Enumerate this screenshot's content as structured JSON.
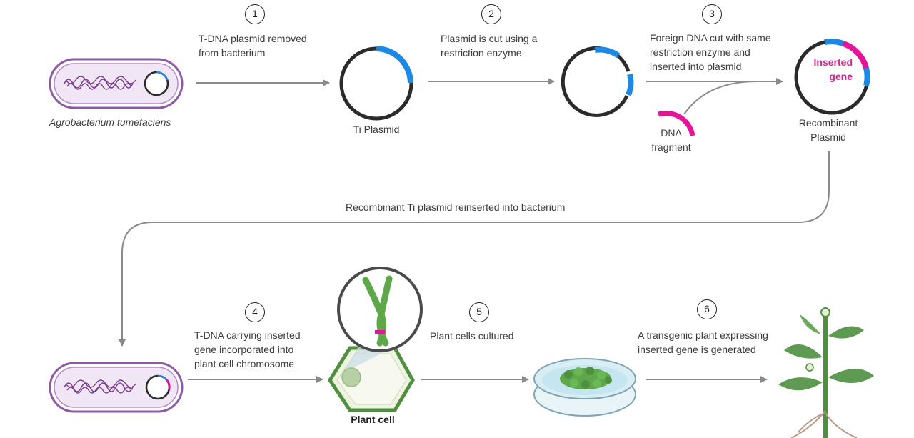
{
  "steps": [
    "1",
    "2",
    "3",
    "4",
    "5",
    "6"
  ],
  "labels": {
    "step1": "T-DNA plasmid removed\nfrom bacterium",
    "step2": "Plasmid is cut using a\nrestriction enzyme",
    "step3": "Foreign DNA cut with same\nrestriction enzyme and\ninserted into plasmid",
    "step4": "T-DNA carrying  inserted\ngene  incorporated into\nplant cell chromosome",
    "step5": "Plant cells cultured",
    "step6": "A transgenic plant expressing\ninserted gene is generated",
    "bacterium": "Agrobacterium tumefaciens",
    "ti_plasmid": "Ti Plasmid",
    "dna_fragment": "DNA\nfragment",
    "recombinant_plasmid": "Recombinant\nPlasmid",
    "inserted_gene": "Inserted\ngene",
    "reinsert": "Recombinant Ti plasmid  reinserted into  bacterium",
    "plant_cell": "Plant cell"
  },
  "colors": {
    "arrow": "#8a8a8a",
    "plasmid": "#2b2b2b",
    "blue_segment": "#1e88e5",
    "magenta_segment": "#e5139a",
    "bacterium_outline": "#8e5aa8",
    "bacterium_fill": "#f1e6f5",
    "dna_coil": "#7b3d8f",
    "plant_green": "#4f8f3f",
    "chromosome_green": "#5fa84a",
    "cell_fill": "#eef3e2",
    "dish_blue": "#bfe3ef"
  }
}
